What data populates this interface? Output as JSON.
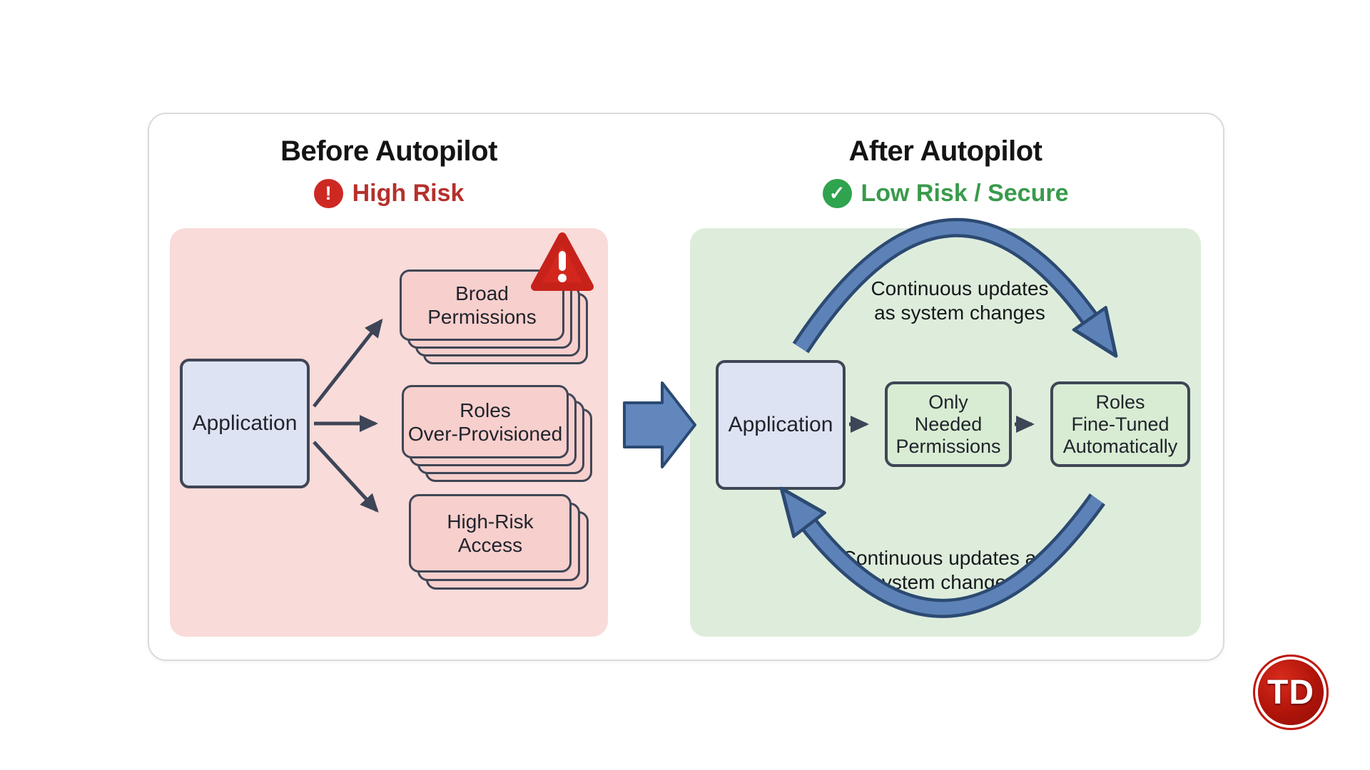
{
  "before": {
    "title": "Before Autopilot",
    "badge": "High Risk",
    "application_label": "Application",
    "stacks": [
      {
        "line1": "Broad",
        "line2": "Permissions"
      },
      {
        "line1": "Roles",
        "line2": "Over-Provisioned"
      },
      {
        "line1": "High-Risk",
        "line2": "Access"
      }
    ]
  },
  "after": {
    "title": "After Autopilot",
    "badge": "Low Risk / Secure",
    "application_label": "Application",
    "box_permissions": {
      "line1": "Only",
      "line2": "Needed",
      "line3": "Permissions"
    },
    "box_roles": {
      "line1": "Roles",
      "line2": "Fine-Tuned",
      "line3": "Automatically"
    },
    "arc_top": {
      "line1": "Continuous updates",
      "line2": "as system changes"
    },
    "arc_bottom": {
      "line1": "Continuous updates as",
      "line2": "system changes"
    }
  },
  "icons": [
    "warning-circle-icon",
    "check-circle-icon",
    "warning-triangle-icon",
    "big-right-arrow-icon",
    "cycle-arrow-top-icon",
    "cycle-arrow-bottom-icon"
  ],
  "logo": {
    "text": "TD"
  },
  "colors": {
    "high_risk_red": "#b5312c",
    "risk_circle_red": "#ce2823",
    "low_risk_green": "#3a9a4c",
    "risk_circle_green": "#2fa34d",
    "panel_pink": "#f9dbd9",
    "panel_green": "#deeddb",
    "app_box_blue": "#dde3f2",
    "green_box": "#d8ecd3",
    "dark_border": "#3f4656",
    "blue_arrow": "#6187bc",
    "blue_arrow_edge": "#2b4a74",
    "warning_triangle_red": "#d3271e",
    "logo_red": "#b01409"
  }
}
